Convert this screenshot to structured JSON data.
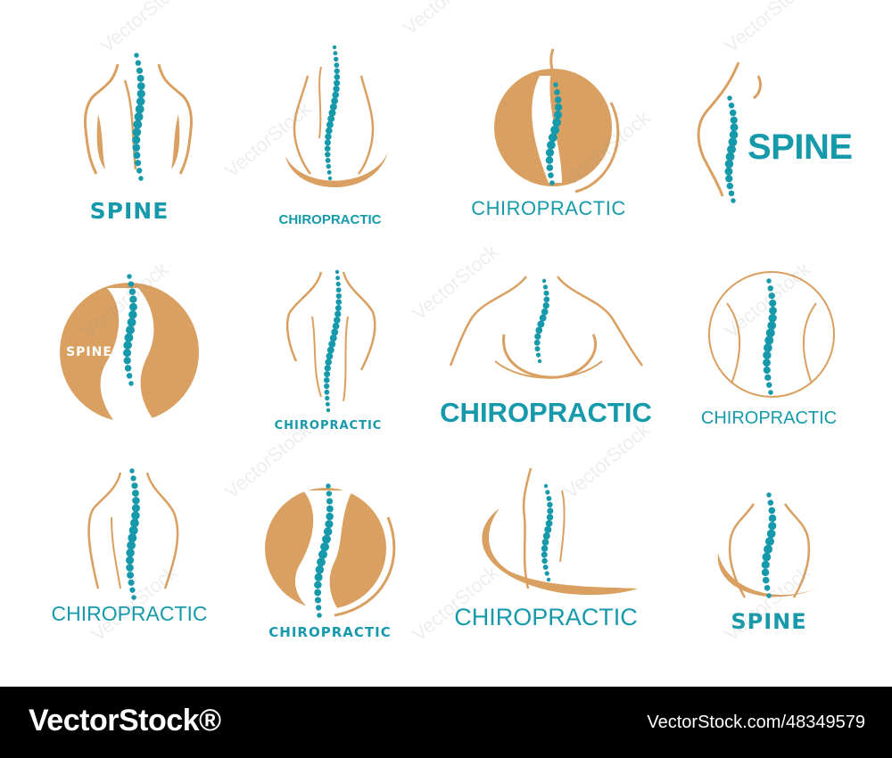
{
  "colors": {
    "accent_teal": "#169aab",
    "accent_orange": "#d9a061",
    "footer_bg": "#000000"
  },
  "logos": [
    {
      "label": "SPINE"
    },
    {
      "label": "CHIROPRACTIC"
    },
    {
      "label": "CHIROPRACTIC"
    },
    {
      "label": "SPINE"
    },
    {
      "label": "SPINE"
    },
    {
      "label": "CHIROPRACTIC"
    },
    {
      "label": "CHIROPRACTIC"
    },
    {
      "label": "CHIROPRACTIC"
    },
    {
      "label": "CHIROPRACTIC"
    },
    {
      "label": "CHIROPRACTIC"
    },
    {
      "label": "CHIROPRACTIC"
    },
    {
      "label": "SPINE"
    }
  ],
  "watermark": {
    "text": "VectorStock"
  },
  "footer": {
    "brand": "VectorStock®",
    "credit": "VectorStock.com/48349579"
  }
}
